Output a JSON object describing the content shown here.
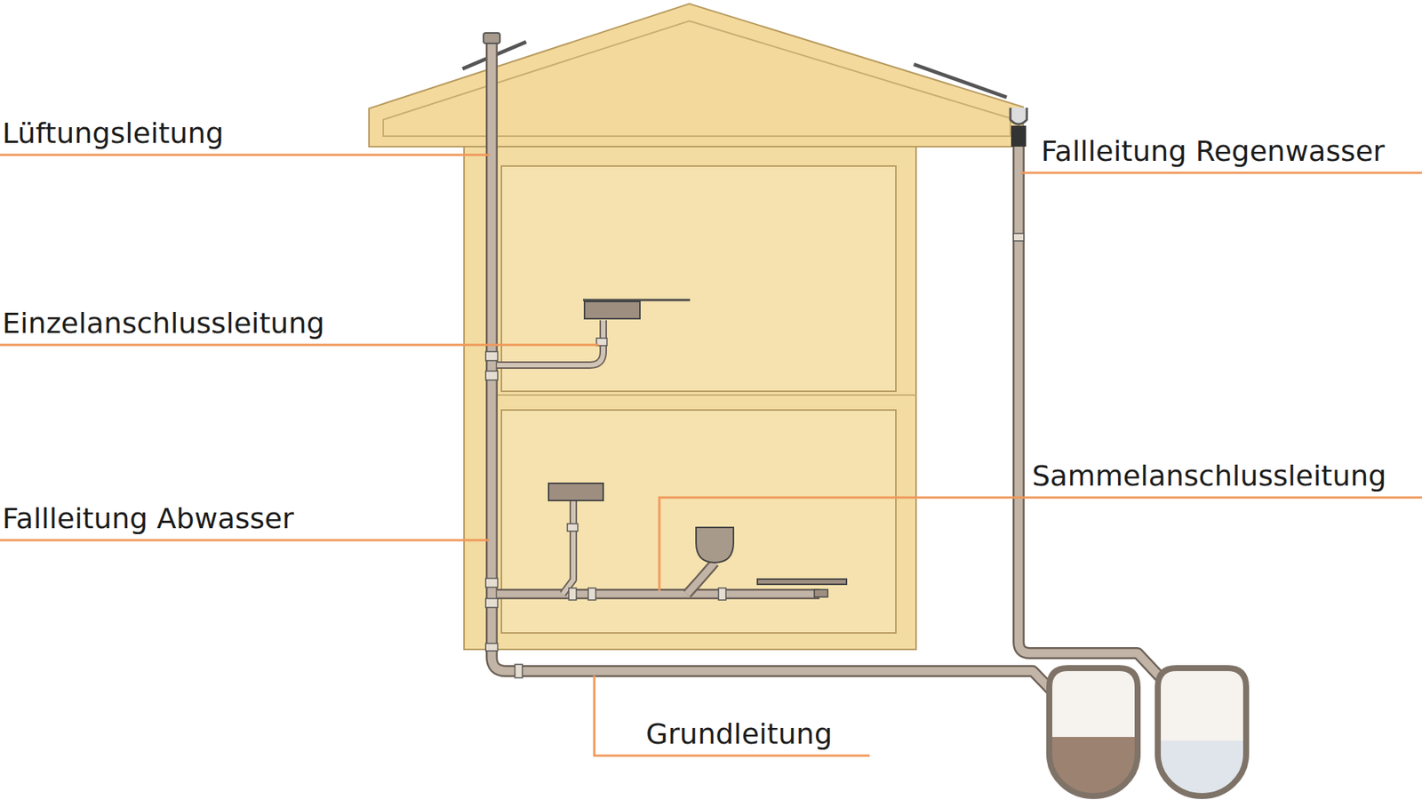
{
  "diagram": {
    "labels": [
      "Lüftungsleitung",
      "Einzelanschlussleitung",
      "Fallleitung Abwasser",
      "Fallleitung Regenwasser",
      "Sammelanschlussleitung",
      "Grundleitung"
    ]
  }
}
